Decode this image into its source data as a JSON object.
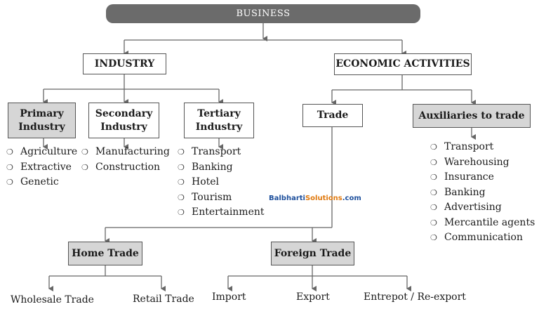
{
  "title": "BUSINESS",
  "industry": "INDUSTRY",
  "economic": "ECONOMIC ACTIVITIES",
  "primary": {
    "line1": "Primary",
    "line2": "Industry",
    "items": [
      "Agriculture",
      "Extractive",
      "Genetic"
    ]
  },
  "secondary": {
    "line1": "Secondary",
    "line2": "Industry",
    "items": [
      "Manufacturing",
      "Construction"
    ]
  },
  "tertiary": {
    "line1": "Tertiary",
    "line2": "Industry",
    "items": [
      "Transport",
      "Banking",
      "Hotel",
      "Tourism",
      "Entertainment"
    ]
  },
  "trade": "Trade",
  "auxiliaries": {
    "title": "Auxiliaries to trade",
    "items": [
      "Transport",
      "Warehousing",
      "Insurance",
      "Banking",
      "Advertising",
      "Mercantile agents",
      "Communication"
    ]
  },
  "home_trade": {
    "title": "Home Trade",
    "items": [
      "Wholesale Trade",
      "Retail Trade"
    ]
  },
  "foreign_trade": {
    "title": "Foreign Trade",
    "items": [
      "Import",
      "Export",
      "Entrepot / Re-export"
    ]
  },
  "bullet": "❍",
  "watermark": {
    "part1": "Balbharti",
    "part2": "Solutions",
    "part3": ".com"
  }
}
